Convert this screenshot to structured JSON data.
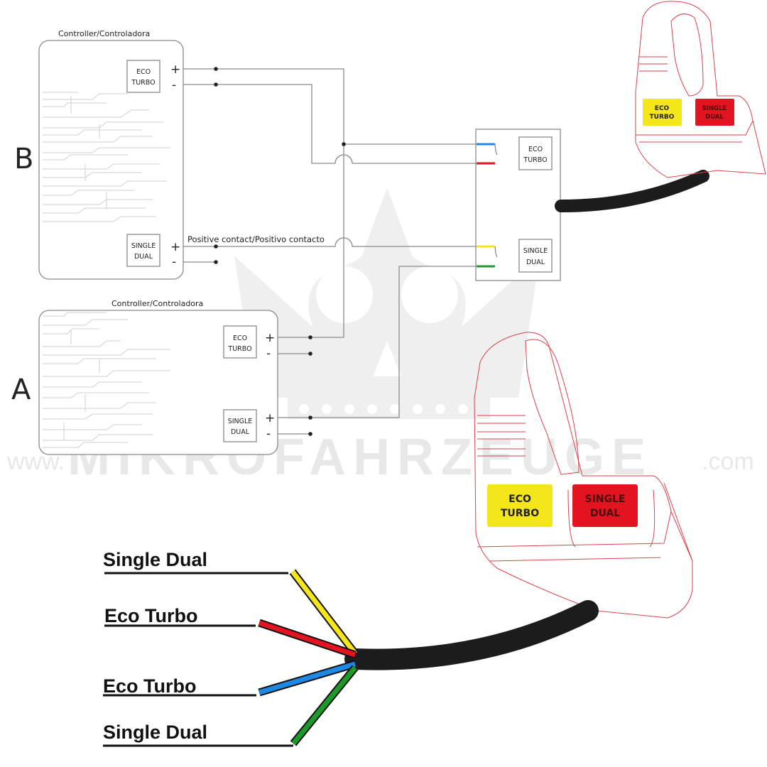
{
  "watermark": {
    "prefix": "www.",
    "brand": "MIKROFAHRZEUGE",
    "suffix": ".com"
  },
  "controllers": [
    {
      "id": "B",
      "letter": "B",
      "title": "Controller/Controladora",
      "ports": [
        {
          "name": "eco_turbo",
          "label_lines": [
            "ECO",
            "TURBO"
          ],
          "plus": "+",
          "minus": "-"
        },
        {
          "name": "single_dual",
          "label_lines": [
            "SINGLE",
            "DUAL"
          ],
          "plus": "+",
          "minus": "-"
        }
      ]
    },
    {
      "id": "A",
      "letter": "A",
      "title": "Controller/Controladora",
      "ports": [
        {
          "name": "eco_turbo",
          "label_lines": [
            "ECO",
            "TURBO"
          ],
          "plus": "+",
          "minus": "-"
        },
        {
          "name": "single_dual",
          "label_lines": [
            "SINGLE",
            "DUAL"
          ],
          "plus": "+",
          "minus": "-"
        }
      ]
    }
  ],
  "annotation": "Positive contact/Positivo contacto",
  "switch_box": {
    "ports": [
      {
        "label_lines": [
          "ECO",
          "TURBO"
        ],
        "wires": [
          "blue",
          "red"
        ]
      },
      {
        "label_lines": [
          "SINGLE",
          "DUAL"
        ],
        "wires": [
          "yellow",
          "green"
        ]
      }
    ]
  },
  "switch_device": {
    "buttons": [
      {
        "label_lines": [
          "ECO",
          "TURBO"
        ],
        "color": "#f5e61a"
      },
      {
        "label_lines": [
          "SINGLE",
          "DUAL"
        ],
        "color": "#e3141f"
      }
    ]
  },
  "wire_colors": {
    "yellow": "#f5e61a",
    "red": "#e3141f",
    "blue": "#1e88e5",
    "green": "#1b9a2a",
    "cable": "#1c1c1c",
    "switch_outline": "#d9424b"
  },
  "wire_legend": [
    {
      "label": "Single Dual",
      "color": "yellow"
    },
    {
      "label": "Eco Turbo",
      "color": "red"
    },
    {
      "label": "Eco Turbo",
      "color": "blue"
    },
    {
      "label": "Single Dual",
      "color": "green"
    }
  ]
}
